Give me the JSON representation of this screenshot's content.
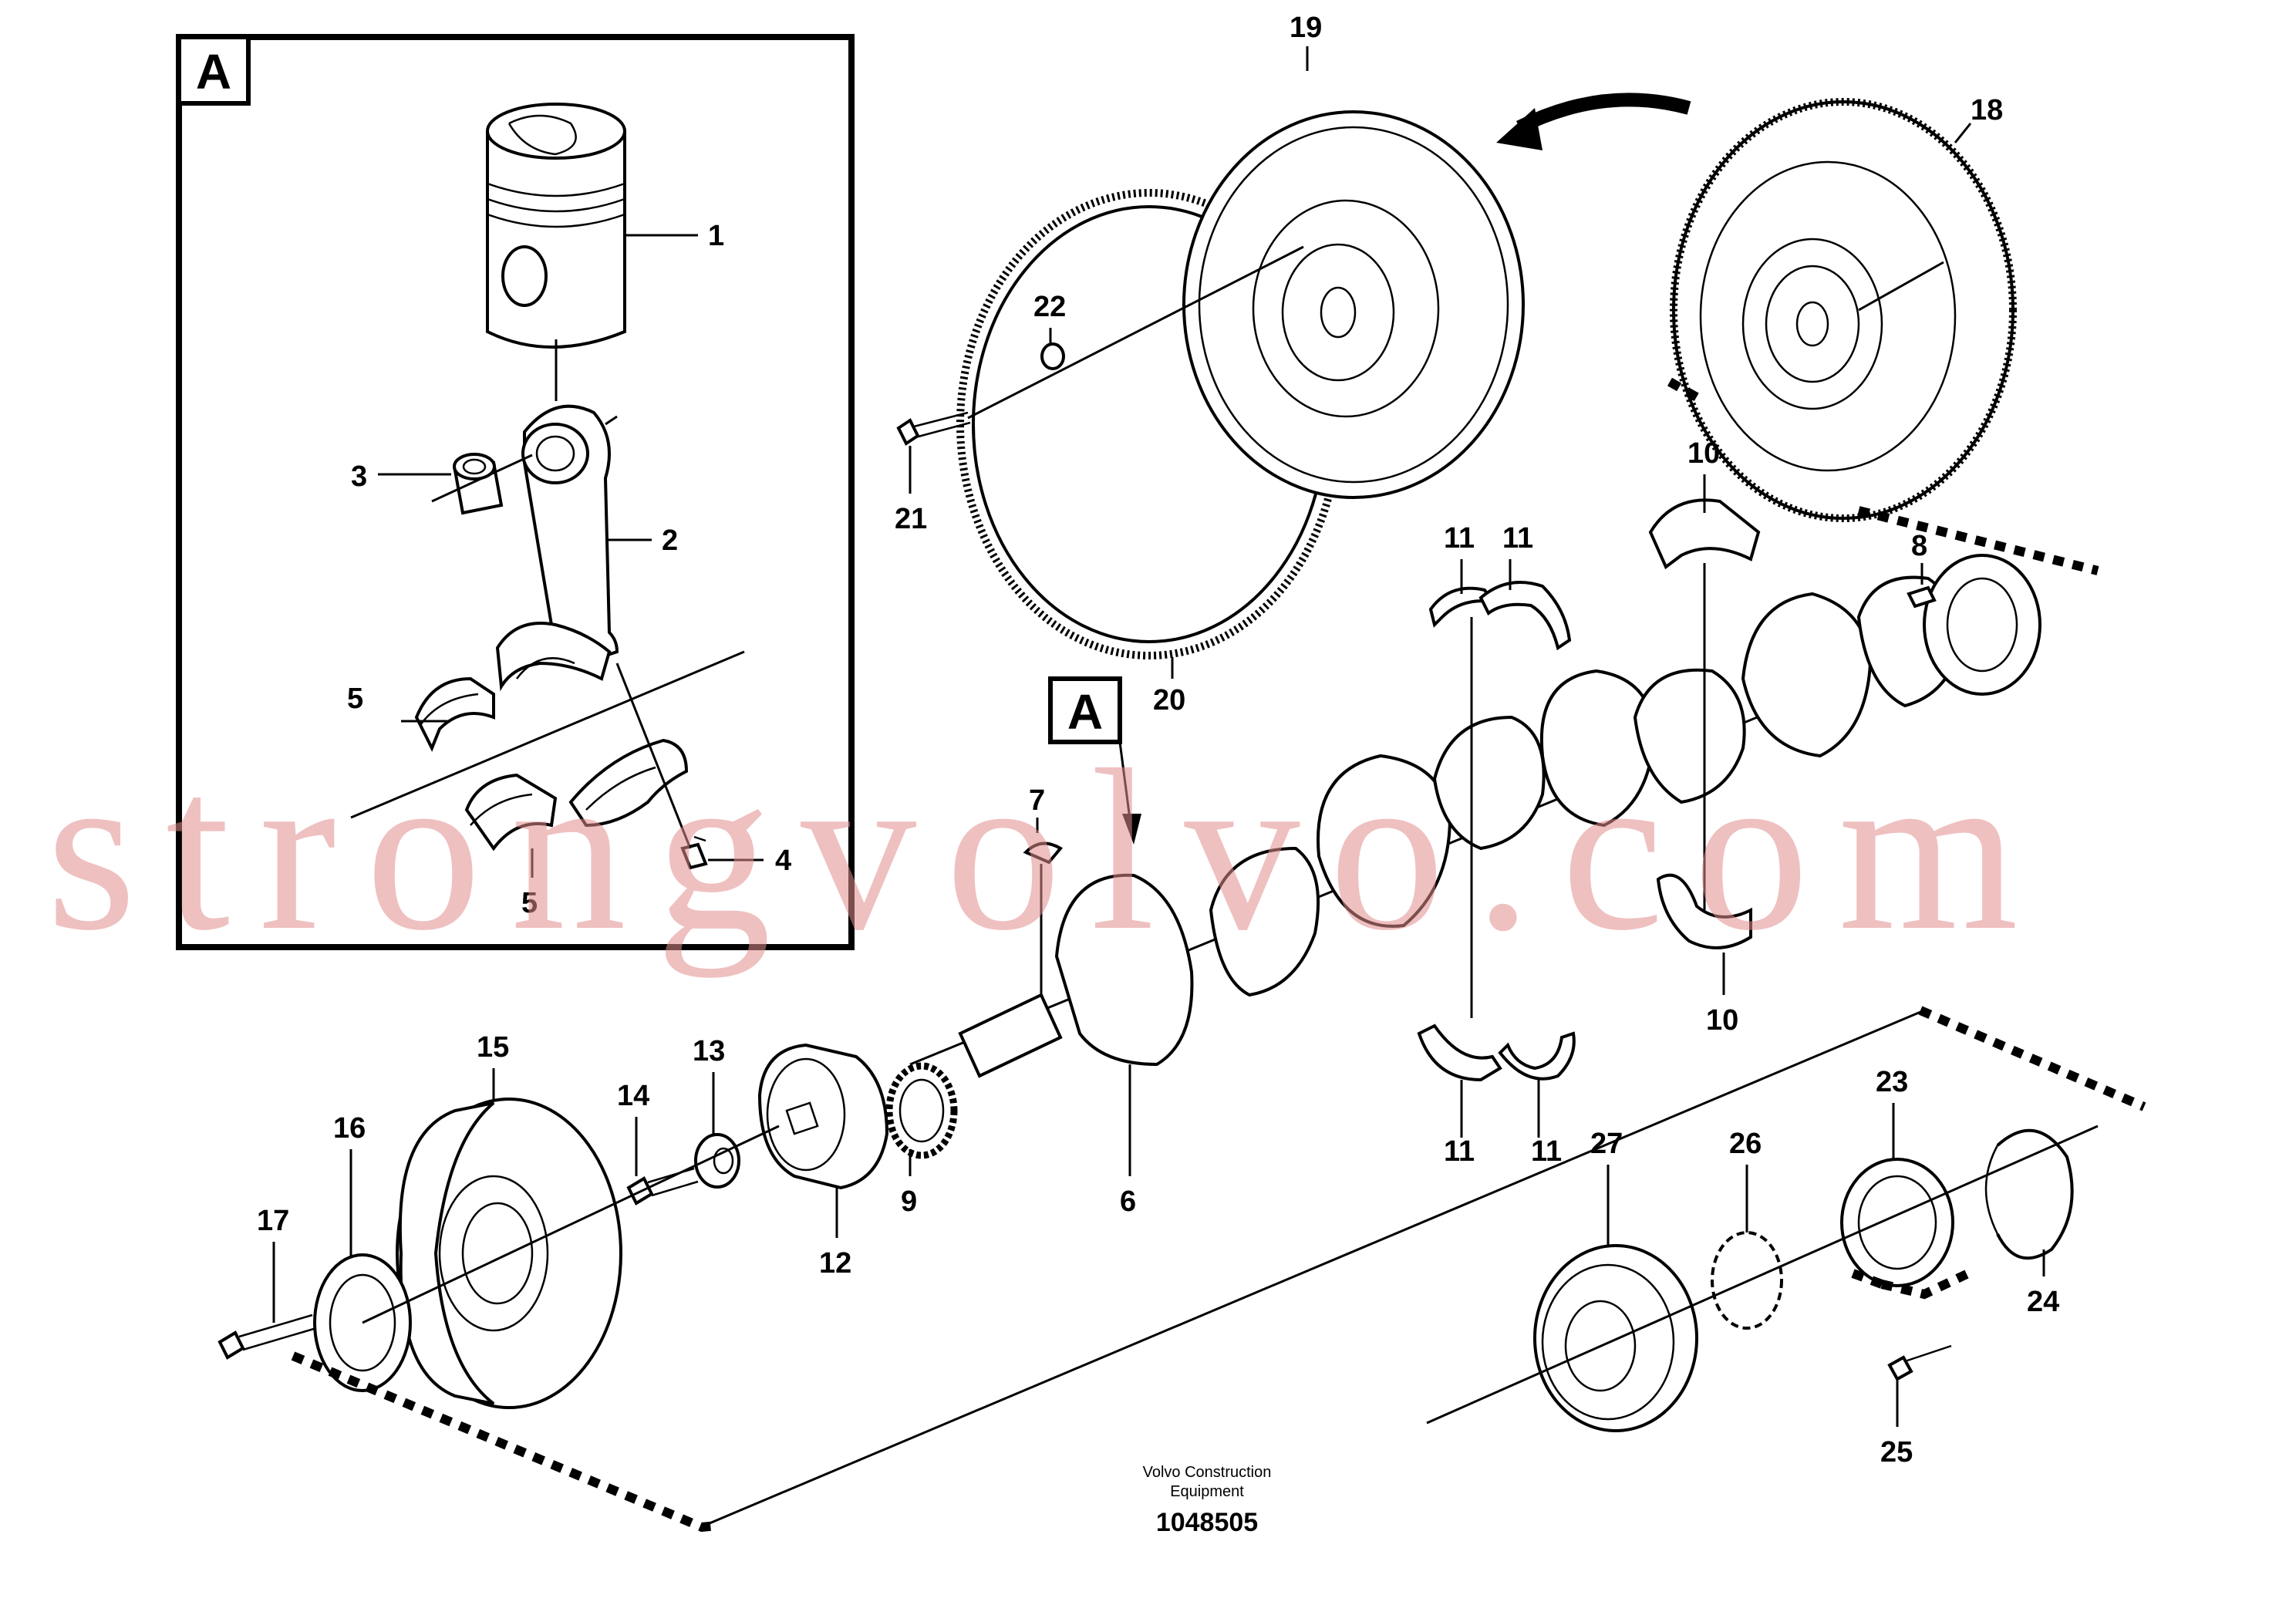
{
  "detail_box_label": "A",
  "detail_pointer_label": "A",
  "callouts": {
    "c1": "1",
    "c2": "2",
    "c3": "3",
    "c4": "4",
    "c5a": "5",
    "c5b": "5",
    "c6": "6",
    "c7": "7",
    "c8": "8",
    "c9": "9",
    "c10a": "10",
    "c10b": "10",
    "c11a": "11",
    "c11b": "11",
    "c11c": "11",
    "c11d": "11",
    "c12": "12",
    "c13": "13",
    "c14": "14",
    "c15": "15",
    "c16": "16",
    "c17": "17",
    "c18": "18",
    "c19": "19",
    "c20": "20",
    "c21": "21",
    "c22": "22",
    "c23": "23",
    "c24": "24",
    "c25": "25",
    "c26": "26",
    "c27": "27"
  },
  "footer": {
    "company_line1": "Volvo Construction",
    "company_line2": "Equipment",
    "drawing_number": "1048505"
  },
  "watermark": "strongvolvo.com"
}
